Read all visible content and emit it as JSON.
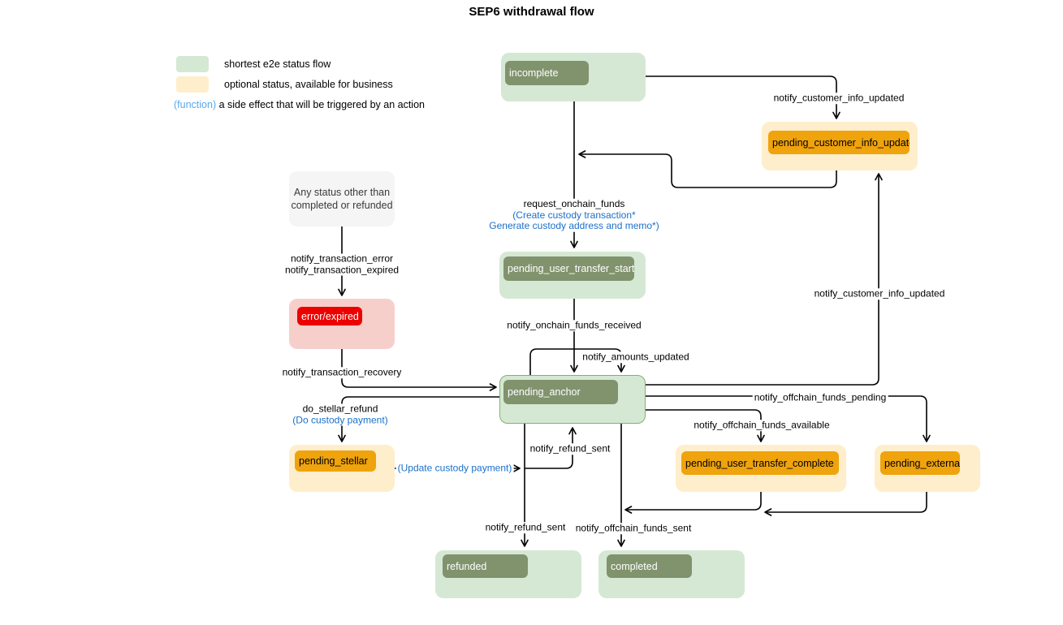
{
  "title": "SEP6 withdrawal flow",
  "legend": {
    "green_label": "shortest e2e status flow",
    "yellow_label": "optional status, available for business",
    "function_token": "(function)",
    "function_desc": " a side effect that will be triggered by an action"
  },
  "colors": {
    "green_container": "#d5e8d4",
    "green_node": "#81936d",
    "yellow_container": "#ffeecb",
    "orange_node": "#efa30c",
    "red_node": "#ed0000",
    "pink_container": "#f6cfcb",
    "gray_box": "#f5f5f5",
    "anchor_border": "#82b366",
    "function_blue": "#56a8f0",
    "side_effect_blue": "#1b6fc8"
  },
  "nodes": {
    "incomplete": {
      "label": "incomplete"
    },
    "pending_customer_info_update": {
      "label": "pending_customer_info_update"
    },
    "any_status": {
      "line1": "Any status other than",
      "line2": "completed or refunded"
    },
    "error_expired": {
      "label": "error/expired"
    },
    "pending_user_transfer_start": {
      "label": "pending_user_transfer_start"
    },
    "pending_anchor": {
      "label": "pending_anchor"
    },
    "pending_stellar": {
      "label": "pending_stellar"
    },
    "pending_user_transfer_complete": {
      "label": "pending_user_transfer_complete"
    },
    "pending_external": {
      "label": "pending_external"
    },
    "refunded": {
      "label": "refunded"
    },
    "completed": {
      "label": "completed"
    }
  },
  "edge_labels": {
    "notify_customer_info_updated_top": "notify_customer_info_updated",
    "request_onchain_funds": "request_onchain_funds",
    "request_onchain_funds_fn1": "(Create custody transaction*",
    "request_onchain_funds_fn2": "Generate custody address and memo*)",
    "notify_transaction_error": "notify_transaction_error",
    "notify_transaction_expired": "notify_transaction_expired",
    "notify_onchain_funds_received": "notify_onchain_funds_received",
    "notify_amounts_updated": "notify_amounts_updated",
    "notify_transaction_recovery": "notify_transaction_recovery",
    "do_stellar_refund": "do_stellar_refund",
    "do_stellar_refund_fn": "(Do custody payment)",
    "update_custody_payment_fn": "(Update custody payment)",
    "notify_refund_sent_loop": "notify_refund_sent",
    "notify_refund_sent_bottom": "notify_refund_sent",
    "notify_offchain_funds_sent": "notify_offchain_funds_sent",
    "notify_offchain_funds_pending": "notify_offchain_funds_pending",
    "notify_offchain_funds_available": "notify_offchain_funds_available",
    "notify_customer_info_updated_right": "notify_customer_info_updated"
  }
}
